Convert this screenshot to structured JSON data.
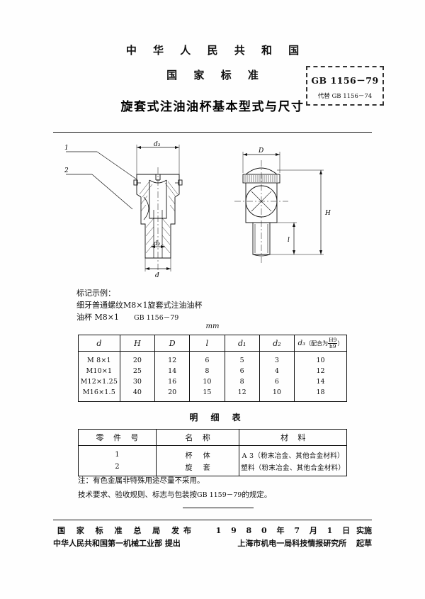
{
  "header": {
    "nation": "中 华 人 民 共 和 国",
    "standard": "国 家 标 准",
    "title": "旋套式注油油杯基本型式与尺寸"
  },
  "std_box": {
    "number": "GB 1156－79",
    "replaces": "代替 GB 1156－74"
  },
  "drawing": {
    "leader_1": "1",
    "leader_2": "2",
    "dim_d3": "d₃",
    "dim_d2": "d₂",
    "dim_d": "d",
    "dim_D": "D",
    "dim_H": "H",
    "dim_l": "l"
  },
  "marking": {
    "label": "标记示例：",
    "line1": "细牙普通螺纹M8×1旋套式注油油杯",
    "line2_a": "油杯  M8×1",
    "line2_b": "GB 1156－79"
  },
  "unit": "mm",
  "dim_table": {
    "headers": [
      "d",
      "H",
      "D",
      "l",
      "d₁",
      "d₂"
    ],
    "last_header": {
      "symbol": "d₃",
      "text": "（配合为",
      "frac_top": "H9",
      "frac_bottom": "h9",
      "close": "）"
    },
    "rows": [
      [
        "M 8×1",
        "20",
        "12",
        "6",
        "5",
        "3",
        "10"
      ],
      [
        "M10×1",
        "25",
        "14",
        "8",
        "6",
        "4",
        "12"
      ],
      [
        "M12×1.25",
        "30",
        "16",
        "10",
        "8",
        "6",
        "14"
      ],
      [
        "M16×1.5",
        "40",
        "20",
        "15",
        "12",
        "10",
        "18"
      ]
    ]
  },
  "parts_table": {
    "title": "明 细 表",
    "headers": [
      "零 件 号",
      "名 称",
      "材 料"
    ],
    "rows": [
      [
        "1",
        "杯 体",
        "A 3（粉末冶金、其他合金材料）"
      ],
      [
        "2",
        "旋 套",
        "塑料（粉末冶金、其他合金材料）"
      ]
    ]
  },
  "notes": {
    "note1": "注：有色金属非特殊用途尽量不采用。",
    "note2_a": "技术要求、验收规则、标志与包装按",
    "note2_b": "GB 1159－79",
    "note2_c": "的规定。"
  },
  "footer": {
    "left_line1": "国 家 标 准 总 局  发布",
    "left_line2": "中华人民共和国第一机械工业部  提出",
    "right_line1_date": "1 9 8 0 年 7 月 1 日",
    "right_line1_suffix": "实施",
    "right_line2_org": "上海市机电一局科技情报研究所",
    "right_line2_suffix": "起草"
  }
}
